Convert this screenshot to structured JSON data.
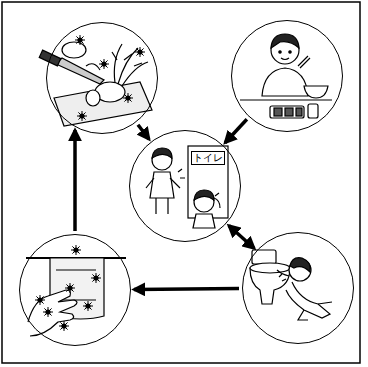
{
  "diagram": {
    "nodes": [
      {
        "text": []
      },
      {
        "text": []
      },
      {
        "text": [
          "トイレ"
        ]
      },
      {
        "text": []
      },
      {
        "text": []
      }
    ],
    "edges": [
      {
        "from": 0,
        "to": 2,
        "arrow": "to"
      },
      {
        "from": 1,
        "to": 2,
        "arrow": "to"
      },
      {
        "from": 2,
        "to": 3,
        "arrow": "both"
      },
      {
        "from": 3,
        "to": 4,
        "arrow": "to"
      },
      {
        "from": 4,
        "to": 0,
        "arrow": "to"
      }
    ]
  }
}
